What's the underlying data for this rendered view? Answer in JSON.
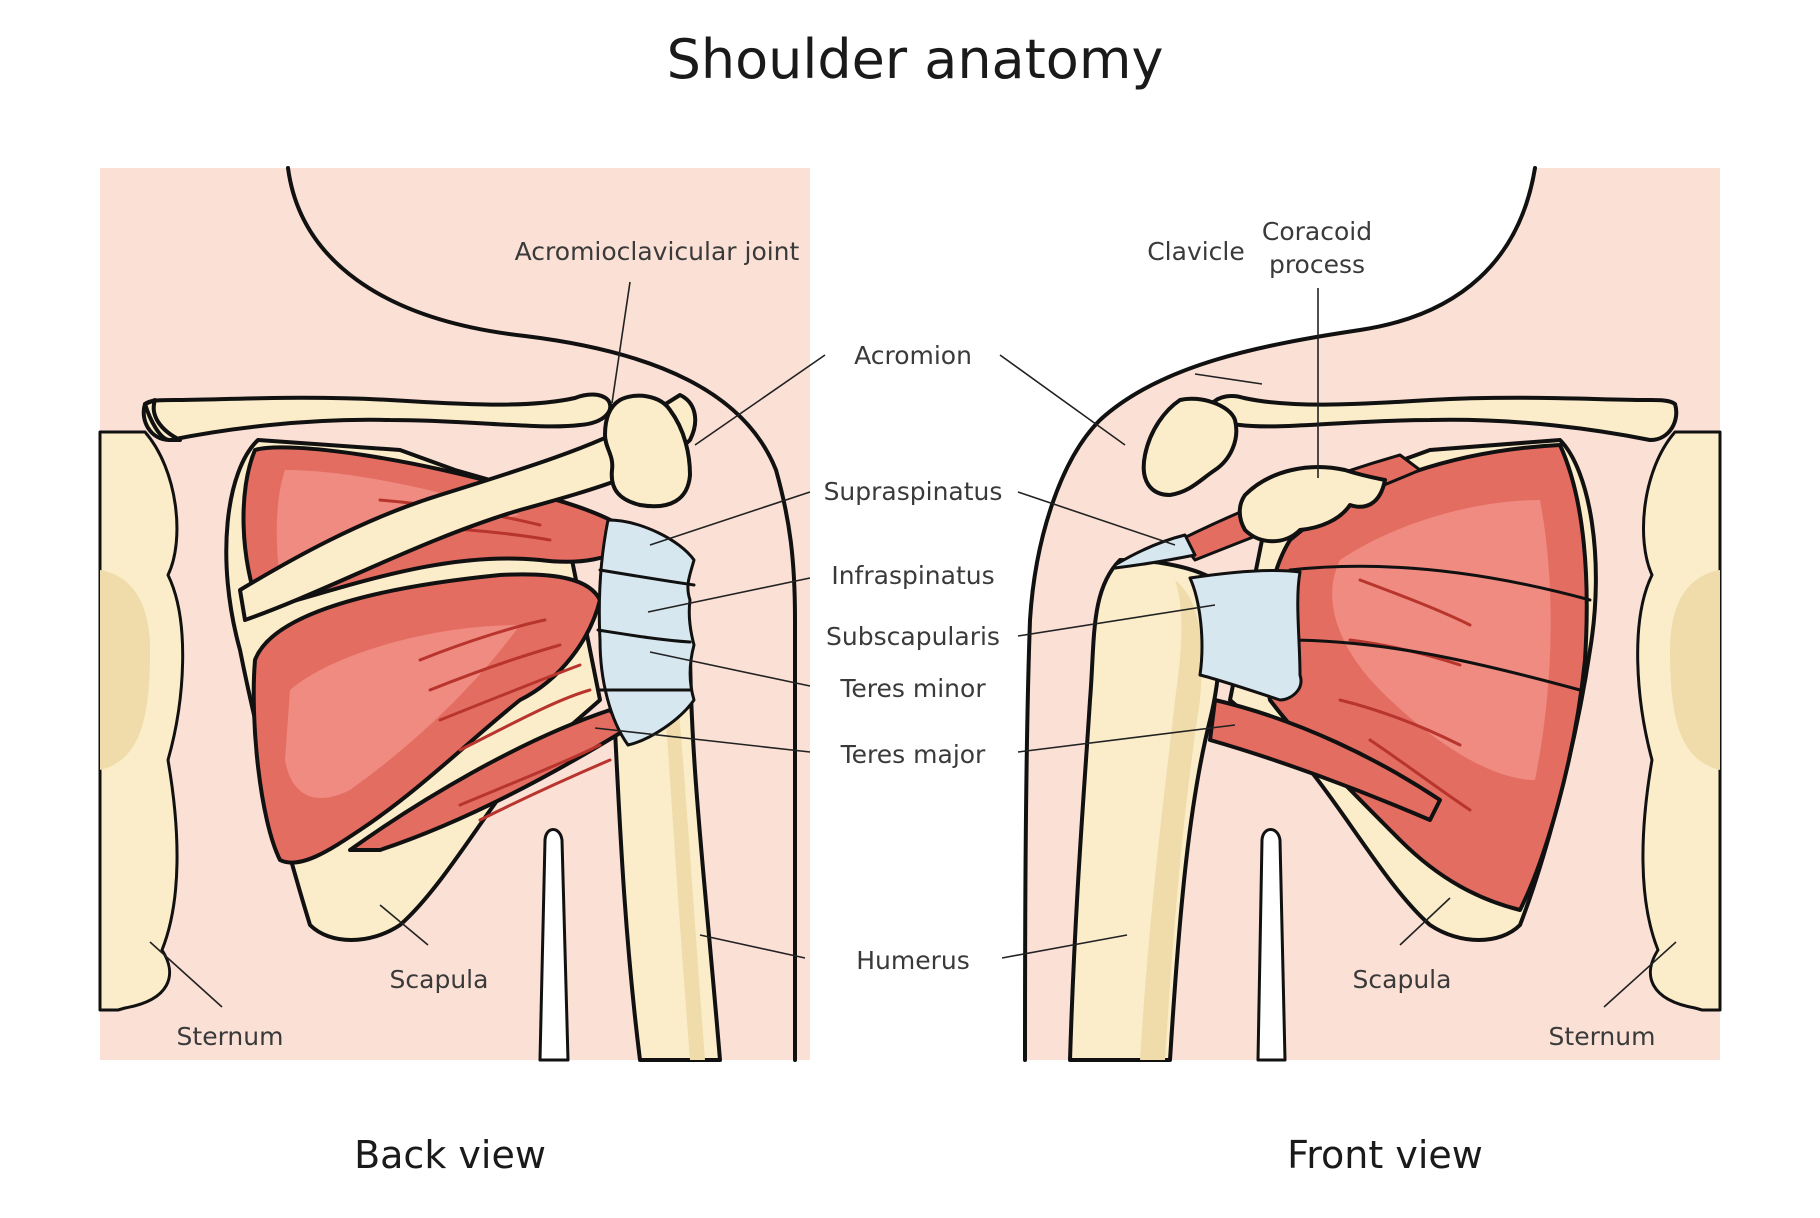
{
  "title": "Shoulder anatomy",
  "views": {
    "back": "Back view",
    "front": "Front view"
  },
  "labels": {
    "acromioclavicular_joint": "Acromioclavicular joint",
    "acromion": "Acromion",
    "supraspinatus": "Supraspinatus",
    "infraspinatus": "Infraspinatus",
    "subscapularis": "Subscapularis",
    "teres_minor": "Teres minor",
    "teres_major": "Teres major",
    "humerus": "Humerus",
    "clavicle": "Clavicle",
    "coracoid_line1": "Coracoid",
    "coracoid_line2": "process",
    "scapula_back": "Scapula",
    "scapula_front": "Scapula",
    "sternum_back": "Sternum",
    "sternum_front": "Sternum"
  },
  "colors": {
    "skin": "#fbe0d6",
    "bone": "#fbedca",
    "muscle": "#e36d61",
    "tendon": "#d6e7ef",
    "outline": "#111111"
  }
}
